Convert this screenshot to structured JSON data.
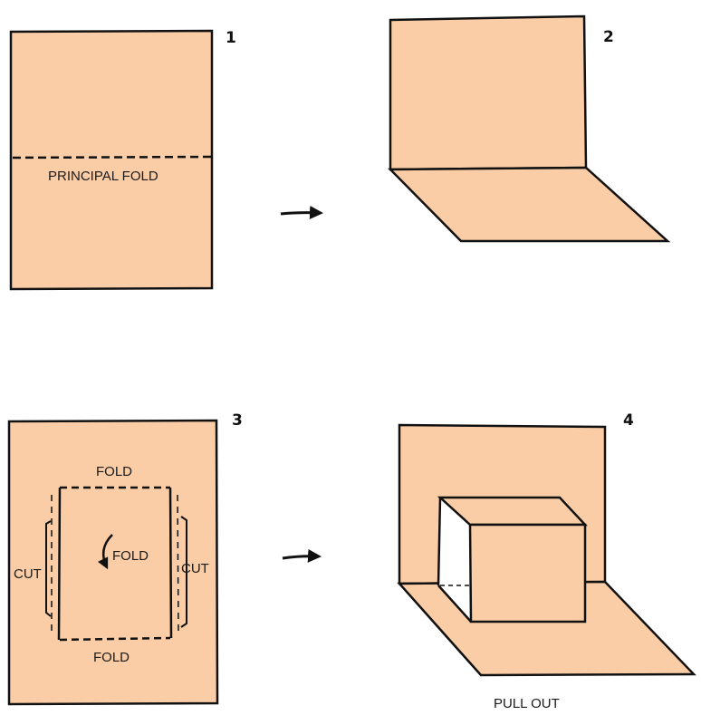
{
  "paper_color": "#FBCDA6",
  "ink_color": "#111111",
  "steps": [
    {
      "number": "1",
      "labels": {
        "principal_fold": "PRINCIPAL FOLD"
      }
    },
    {
      "number": "2"
    },
    {
      "number": "3",
      "labels": {
        "fold_top": "FOLD",
        "fold_center": "FOLD",
        "fold_bottom": "FOLD",
        "cut_left": "CUT",
        "cut_right": "CUT"
      }
    },
    {
      "number": "4",
      "labels": {
        "pull_out": "PULL OUT"
      }
    }
  ],
  "icons": {
    "arrow": "right-arrow-icon",
    "curved_arrow": "curved-down-arrow-icon"
  }
}
